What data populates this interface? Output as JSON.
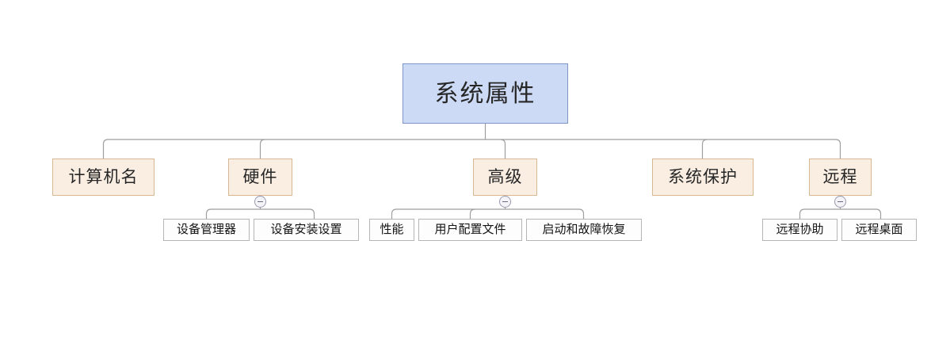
{
  "diagram": {
    "type": "mind-map-tree",
    "title": "系统属性",
    "background_color": "#ffffff",
    "levels": {
      "root": {
        "fill": "#ccdaf5",
        "stroke": "#7d96c4"
      },
      "level2": {
        "fill": "#faeee3",
        "stroke": "#d7b894"
      },
      "level3": {
        "fill": "#fdfdfd",
        "stroke": "#b5b5b5"
      },
      "connector": "#9e9e9e"
    }
  },
  "root": {
    "label": "系统属性"
  },
  "branches": [
    {
      "label": "计算机名",
      "toggle": null,
      "children": []
    },
    {
      "label": "硬件",
      "toggle": "collapse-minus",
      "children": [
        {
          "label": "设备管理器"
        },
        {
          "label": "设备安装设置"
        }
      ]
    },
    {
      "label": "高级",
      "toggle": "collapse-minus",
      "children": [
        {
          "label": "性能"
        },
        {
          "label": "用户配置文件"
        },
        {
          "label": "启动和故障恢复"
        }
      ]
    },
    {
      "label": "系统保护",
      "toggle": null,
      "children": []
    },
    {
      "label": "远程",
      "toggle": "collapse-minus",
      "children": [
        {
          "label": "远程协助"
        },
        {
          "label": "远程桌面"
        }
      ]
    }
  ]
}
